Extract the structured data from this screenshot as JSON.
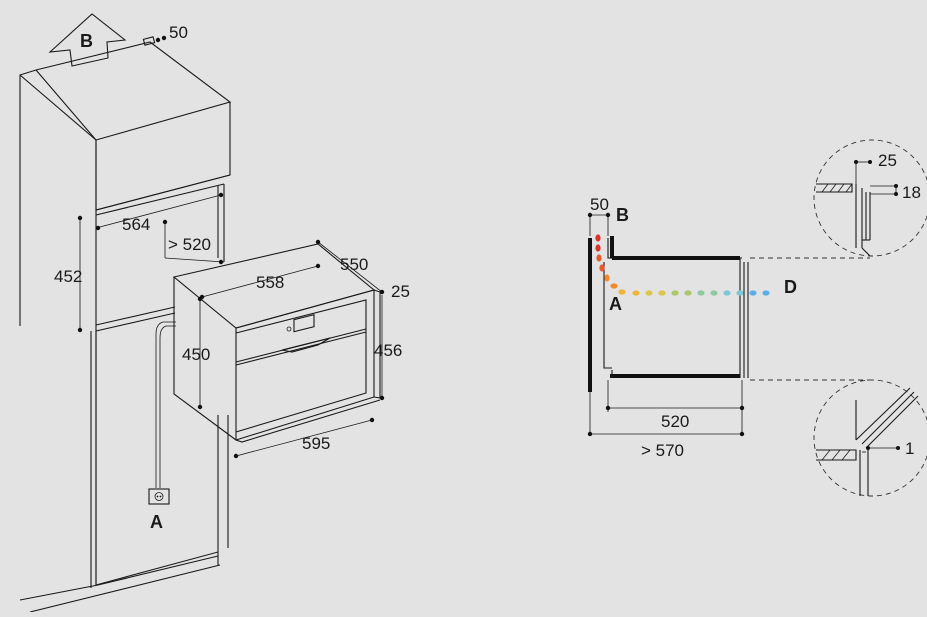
{
  "colors": {
    "background": "#e3e3e3",
    "line": "#1a1a1a",
    "airflow": [
      "#d9332b",
      "#e85a2a",
      "#f08a2d",
      "#f1b43a",
      "#d9c94a",
      "#a8c86a",
      "#8fc9a0",
      "#7fc6d6",
      "#5ab0e6"
    ]
  },
  "labels": {
    "exhaust_b": "B",
    "socket_a": "A",
    "vent_b": "B",
    "air_a": "A",
    "air_d": "D"
  },
  "icons": {
    "exhaust_arrow": "up-arrow-icon",
    "socket": "power-socket-icon"
  },
  "dimensions": {
    "top_gap": "50",
    "niche_width": "564",
    "niche_depth": "> 520",
    "niche_height": "452",
    "oven_width_top": "558",
    "oven_depth": "550",
    "front_offset": "25",
    "oven_height_body": "450",
    "oven_height_total": "456",
    "oven_width_front": "595",
    "side_top_gap": "50",
    "side_depth": "520",
    "side_total_depth": "> 570",
    "detail_top_a": "25",
    "detail_top_b": "18",
    "detail_bottom": "1"
  }
}
